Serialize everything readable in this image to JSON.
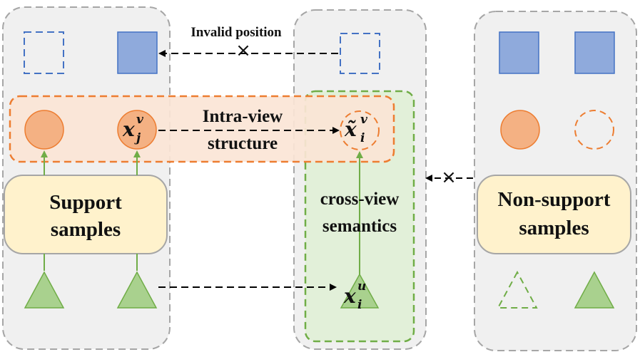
{
  "labels": {
    "invalid_position": "Invalid position",
    "intra_view_line1": "Intra-view",
    "intra_view_line2": "structure",
    "cross_view_line1": "cross-view",
    "cross_view_line2": "semantics",
    "support_line1": "Support",
    "support_line2": "samples",
    "nonsupport_line1": "Non-support",
    "nonsupport_line2": "samples",
    "blocked_mark": "×"
  },
  "math": {
    "x_j_v": {
      "base": "x",
      "sup": "v",
      "sub": "j"
    },
    "x_i_v_tilde": {
      "base": "x̃",
      "sup": "v",
      "sub": "i"
    },
    "x_i_u": {
      "base": "x",
      "sup": "u",
      "sub": "i"
    }
  },
  "colors": {
    "panel_border": "#a6a6a6",
    "panel_fill": "#f0f0f0",
    "square_fill": "#8faadc",
    "square_border": "#4472c4",
    "circle_fill": "#f4b183",
    "circle_border": "#ed7d31",
    "triangle_fill": "#a9d18e",
    "triangle_border": "#70ad47",
    "orange_band_fill": "#fbe5d6",
    "green_band_fill": "#e2f0d9",
    "support_box_fill": "#fff2cc"
  }
}
